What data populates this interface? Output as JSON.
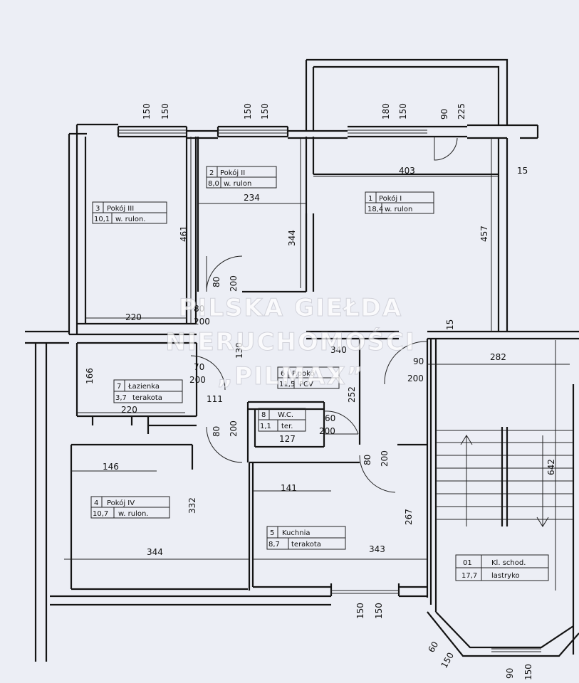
{
  "rooms": [
    {
      "no": "1",
      "name": "Pokój I",
      "area": "18,4",
      "floor": "w. rulon"
    },
    {
      "no": "2",
      "name": "Pokój II",
      "area": "8,0",
      "floor": "w. rulon"
    },
    {
      "no": "3",
      "name": "Pokój III",
      "area": "10,1",
      "floor": "w. rulon."
    },
    {
      "no": "4",
      "name": "Pokój IV",
      "area": "10,7",
      "floor": "w. rulon."
    },
    {
      "no": "5",
      "name": "Kuchnia",
      "area": "8,7",
      "floor": "terakota"
    },
    {
      "no": "6",
      "name": "P.pokó",
      "area": "11,5",
      "floor": "PCV"
    },
    {
      "no": "7",
      "name": "Łazienka",
      "area": "3,7",
      "floor": "terakota"
    },
    {
      "no": "8",
      "name": "W.C.",
      "area": "1,1",
      "floor": "ter."
    },
    {
      "no": "01",
      "name": "Kl. schod.",
      "area": "17,7",
      "floor": "lastryko"
    }
  ],
  "dims": {
    "w150a": "150",
    "w150b": "150",
    "w150c": "150",
    "w150d": "150",
    "w180": "180",
    "w150e": "150",
    "w90": "90",
    "w225": "225",
    "d403": "403",
    "d15a": "15",
    "d234": "234",
    "d461": "461",
    "d344v": "344",
    "d457": "457",
    "d80a": "80",
    "d200a": "200",
    "d80b": "80",
    "d200b": "200",
    "d220a": "220",
    "d15b": "15",
    "d340": "340",
    "d130": "130",
    "d70": "70",
    "d200c": "200",
    "d166": "166",
    "d111": "111",
    "d220b": "220",
    "d252": "252",
    "d90": "90",
    "d200d": "200",
    "d282": "282",
    "d642": "642",
    "d60": "60",
    "d200e": "200",
    "d127": "127",
    "d80c": "80",
    "d200f": "200",
    "d80d": "80",
    "d200g": "200",
    "d146": "146",
    "d332": "332",
    "d141": "141",
    "d267": "267",
    "d344h": "344",
    "d343": "343",
    "w150f": "150",
    "w150g": "150",
    "w60": "60",
    "w150h": "150",
    "w90b": "90",
    "w150i": "150"
  },
  "watermark": {
    "line1": "PILSKA GIEŁDA",
    "line2": "NIERUCHOMOŚCI",
    "line3": "„PILMAX”"
  }
}
